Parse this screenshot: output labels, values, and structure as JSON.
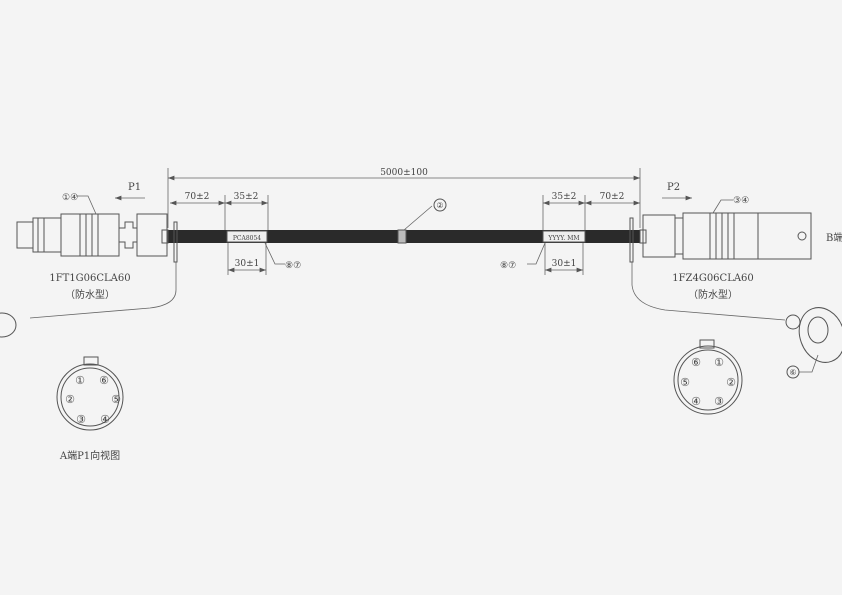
{
  "overall_length": "5000±100",
  "left": {
    "view_label": "P1",
    "part_number": "1FT1G06CLA60",
    "type_note": "（防水型）",
    "balloon_connector": "①④",
    "balloon_label": "⑧⑦",
    "dim_outer": "70±2",
    "dim_marker": "35±2",
    "dim_label": "30±1",
    "marker_text": "PCA8054",
    "pin_view_caption": "A端P1向视图",
    "pins": [
      "①",
      "⑥",
      "②",
      "⑤",
      "③",
      "④"
    ]
  },
  "right": {
    "view_label": "P2",
    "part_number": "1FZ4G06CLA60",
    "type_note": "（防水型）",
    "balloon_connector": "③④",
    "balloon_label": "⑧⑦",
    "balloon_cap": "⑥",
    "dim_outer": "70±2",
    "dim_marker": "35±2",
    "dim_label": "30±1",
    "marker_text": "YYYY. MM",
    "end_label": "B端",
    "pins": [
      "⑥",
      "①",
      "⑤",
      "②",
      "④",
      "③"
    ]
  },
  "cable_balloon": "②"
}
